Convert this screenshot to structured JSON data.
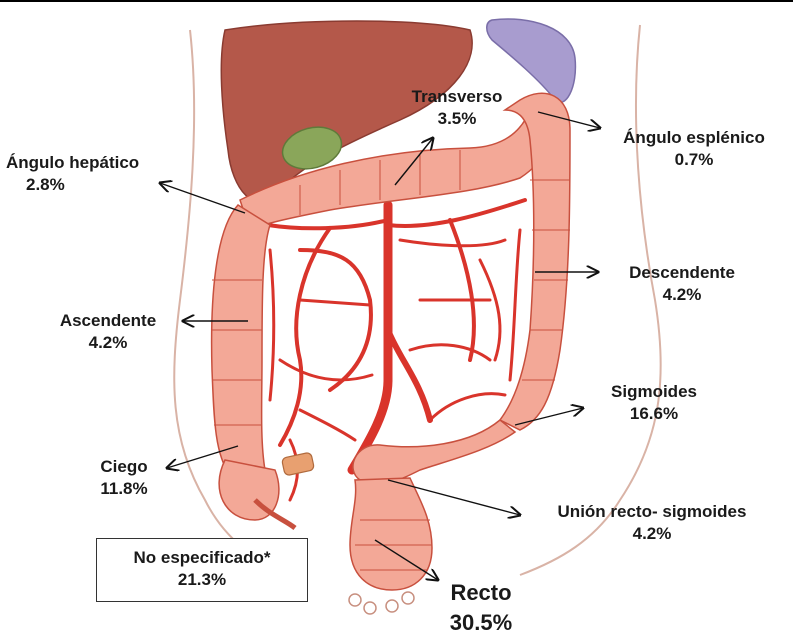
{
  "diagram": {
    "colors": {
      "colon": "#f3a897",
      "colon_stroke": "#c8503e",
      "vessels": "#d9342b",
      "liver": "#b4584a",
      "gallbladder": "#8aa65a",
      "spleen": "#a89ccf",
      "body_outline": "#d9b3a6"
    },
    "labels": {
      "transverso": {
        "name": "Transverso",
        "value": "3.5%"
      },
      "angulo_esplenico": {
        "name": "Ángulo esplénico",
        "value": "0.7%"
      },
      "angulo_hepatico": {
        "name": "Ángulo hepático",
        "value": "2.8%"
      },
      "descendente": {
        "name": "Descendente",
        "value": "4.2%"
      },
      "ascendente": {
        "name": "Ascendente",
        "value": "4.2%"
      },
      "sigmoides": {
        "name": "Sigmoides",
        "value": "16.6%"
      },
      "ciego": {
        "name": "Ciego",
        "value": "11.8%"
      },
      "union": {
        "name": "Unión recto- sigmoides",
        "value": "4.2%"
      },
      "no_especificado": {
        "name": "No especificado*",
        "value": "21.3%"
      },
      "recto": {
        "name": "Recto",
        "value": "30.5%"
      }
    }
  }
}
